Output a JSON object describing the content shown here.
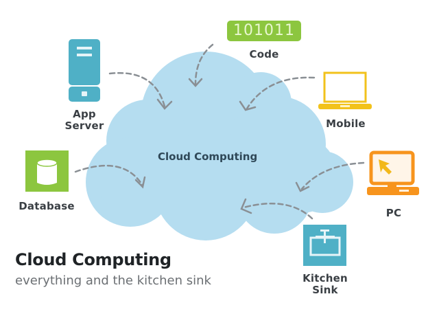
{
  "diagram": {
    "title": "Cloud Computing",
    "subtitle": "everything and the kitchen sink",
    "center": {
      "label": "Cloud Computing",
      "color": "#b5ddf0"
    },
    "nodes": [
      {
        "id": "app-server",
        "label_line1": "App",
        "label_line2": "Server",
        "icon": "server-icon",
        "color": "#4fb0c6"
      },
      {
        "id": "code",
        "label": "Code",
        "badge_text": "101011",
        "icon": "binary-code-badge",
        "color": "#8cc63f"
      },
      {
        "id": "mobile",
        "label": "Mobile",
        "icon": "laptop-icon",
        "color": "#f2c21b"
      },
      {
        "id": "database",
        "label": "Database",
        "icon": "database-icon",
        "color": "#8cc63f"
      },
      {
        "id": "pc",
        "label": "PC",
        "icon": "desktop-pc-icon",
        "color": "#f7941d"
      },
      {
        "id": "kitchen-sink",
        "label_line1": "Kitchen",
        "label_line2": "Sink",
        "icon": "sink-icon",
        "color": "#4fb0c6"
      }
    ],
    "arrow_color": "#8a8f94"
  }
}
